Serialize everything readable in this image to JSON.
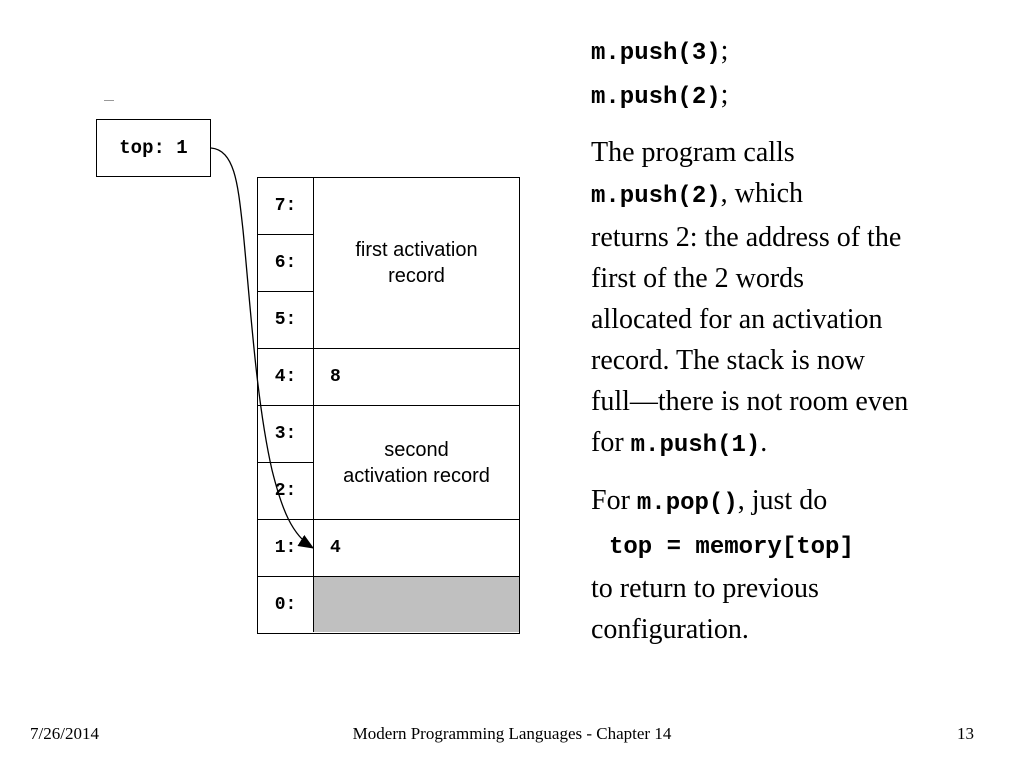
{
  "top_register": {
    "label": "top: 1"
  },
  "memory": {
    "rows": [
      {
        "addr": "7:",
        "value": ""
      },
      {
        "addr": "6:",
        "value": ""
      },
      {
        "addr": "5:",
        "value": ""
      },
      {
        "addr": "4:",
        "value": "8"
      },
      {
        "addr": "3:",
        "value": ""
      },
      {
        "addr": "2:",
        "value": ""
      },
      {
        "addr": "1:",
        "value": "4"
      },
      {
        "addr": "0:",
        "value": ""
      }
    ],
    "first_record_label_1": "first activation",
    "first_record_label_2": "record",
    "second_record_label_1": "second",
    "second_record_label_2": "activation record",
    "fill_color": "#c0c0c0"
  },
  "text": {
    "code1": "m.push(3)",
    "code2": "m.push(2)",
    "semicolon": ";",
    "p1_a": "The program calls",
    "p1_code": "m.push(2)",
    "p1_b": ", which",
    "p1_c": "returns 2: the address of the",
    "p1_d": "first of the 2 words",
    "p1_e": "allocated for an activation",
    "p1_f": "record.  The stack is now",
    "p1_g": "full—there is not room even",
    "p1_h": "for",
    "p1_code2": "m.push(1)",
    "period": ".",
    "p2_a": "For",
    "p2_code": "m.pop()",
    "p2_b": ", just do",
    "p2_code_line": "top = memory[top]",
    "p2_c": "to return to previous",
    "p2_d": "configuration."
  },
  "footer": {
    "date": "7/26/2014",
    "title": "Modern Programming Languages - Chapter 14",
    "page": "13"
  }
}
